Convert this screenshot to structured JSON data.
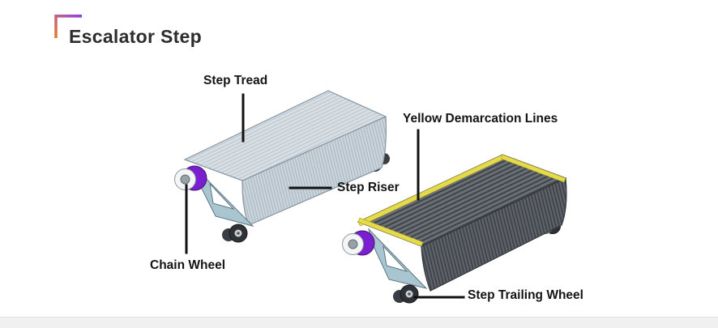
{
  "title": "Escalator Step",
  "labels": {
    "step_tread": "Step Tread",
    "yellow_demarcation_lines": "Yellow Demarcation Lines",
    "step_riser": "Step Riser",
    "chain_wheel": "Chain Wheel",
    "step_trailing_wheel": "Step Trailing Wheel"
  },
  "icons": {
    "corner_bracket": "corner-bracket-icon"
  },
  "colors": {
    "background": "#ffffff",
    "title_text": "#2d2d2d",
    "label_text": "#141414",
    "leader_line": "#111111",
    "accent_gradient_start": "#f08223",
    "accent_gradient_end": "#8b3df5",
    "light_step_tread": "#d8dfe5",
    "light_step_riser": "#cbd5dc",
    "dark_step_tread": "#6a6f76",
    "dark_step_side": "#5e636a",
    "demarcation_yellow": "#e5da4a",
    "chain_wheel_purple": "#7a1fd0",
    "bracket_teal": "#a9c6d0",
    "footer_bar": "#f0f0f1"
  }
}
